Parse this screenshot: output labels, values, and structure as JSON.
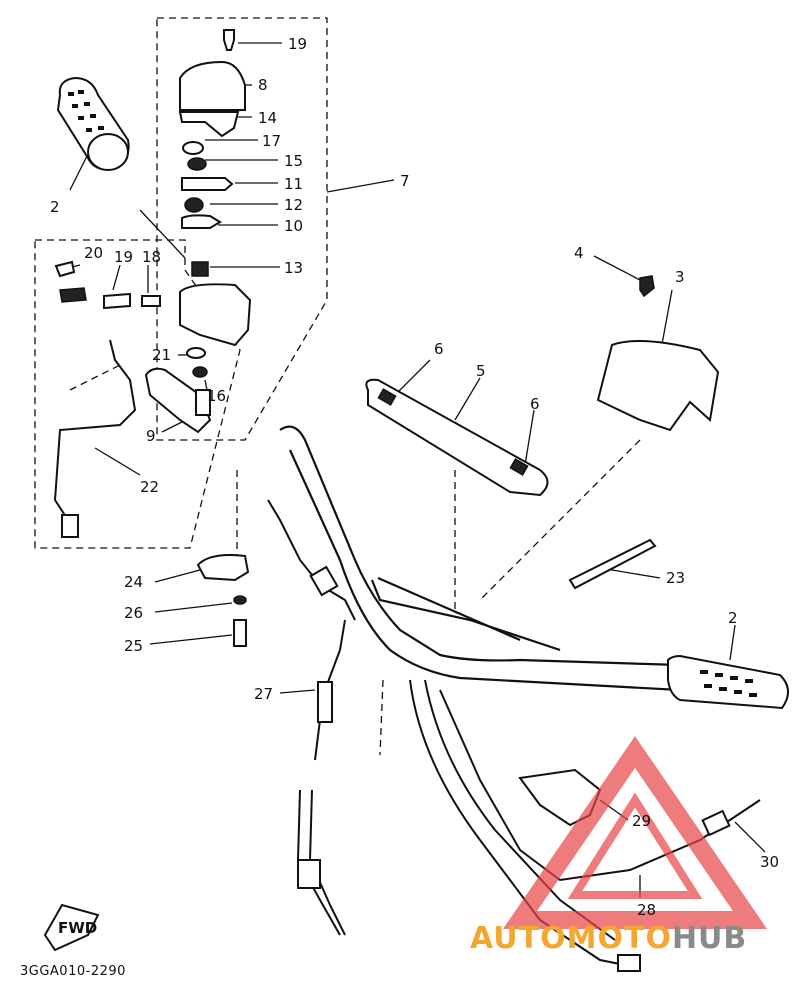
{
  "callouts": {
    "c2a": "2",
    "c2b": "2",
    "c3": "3",
    "c4": "4",
    "c5": "5",
    "c6a": "6",
    "c6b": "6",
    "c7": "7",
    "c8": "8",
    "c9": "9",
    "c10": "10",
    "c11": "11",
    "c12": "12",
    "c13": "13",
    "c14": "14",
    "c15": "15",
    "c16": "16",
    "c17": "17",
    "c18": "18",
    "c19a": "19",
    "c19b": "19",
    "c20": "20",
    "c21": "21",
    "c22": "22",
    "c23": "23",
    "c24": "24",
    "c25": "25",
    "c26": "26",
    "c27": "27",
    "c28": "28",
    "c29": "29",
    "c30": "30"
  },
  "fwd_label": "FWD",
  "drawing_code": "3GGA010-2290",
  "watermark": {
    "part1": "AUTO",
    "part2": "MOTO",
    "part3": "HUB",
    "color_orange": "#f3a733",
    "color_gray": "#8a8a8a",
    "color_red": "#e84545"
  }
}
